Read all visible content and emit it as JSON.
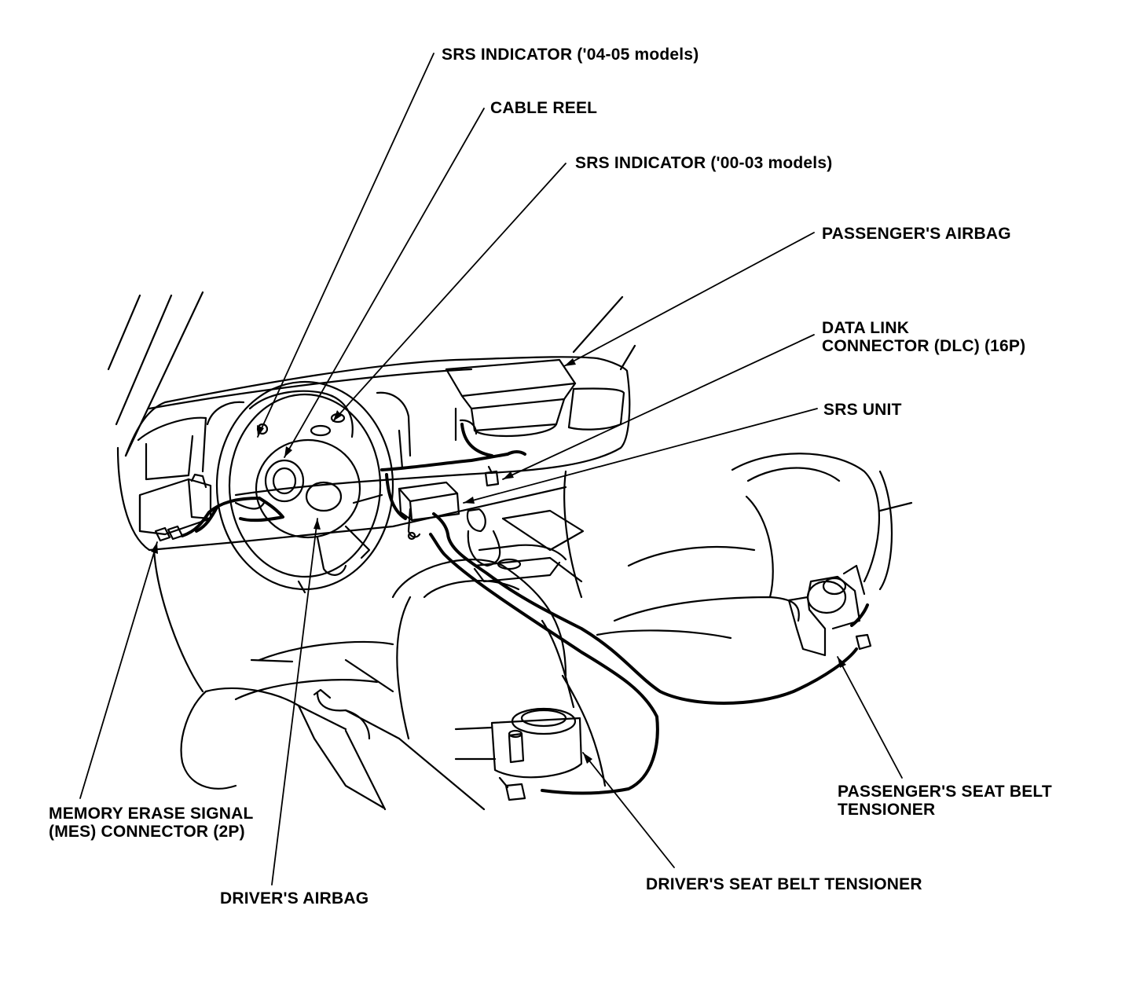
{
  "labels": {
    "srs_indicator_0405": "SRS INDICATOR ('04-05 models)",
    "cable_reel": "CABLE REEL",
    "srs_indicator_0003": "SRS INDICATOR ('00-03 models)",
    "passengers_airbag": "PASSENGER'S AIRBAG",
    "dlc_line1": "DATA LINK",
    "dlc_line2": "CONNECTOR (DLC) (16P)",
    "srs_unit": "SRS UNIT",
    "pass_tensioner_line1": "PASSENGER'S SEAT BELT",
    "pass_tensioner_line2": "TENSIONER",
    "driver_tensioner": "DRIVER'S SEAT BELT TENSIONER",
    "driver_airbag": "DRIVER'S AIRBAG",
    "mes_line1": "MEMORY ERASE SIGNAL",
    "mes_line2": "(MES) CONNECTOR (2P)"
  },
  "colors": {
    "ink": "#000000",
    "paper": "#ffffff"
  }
}
